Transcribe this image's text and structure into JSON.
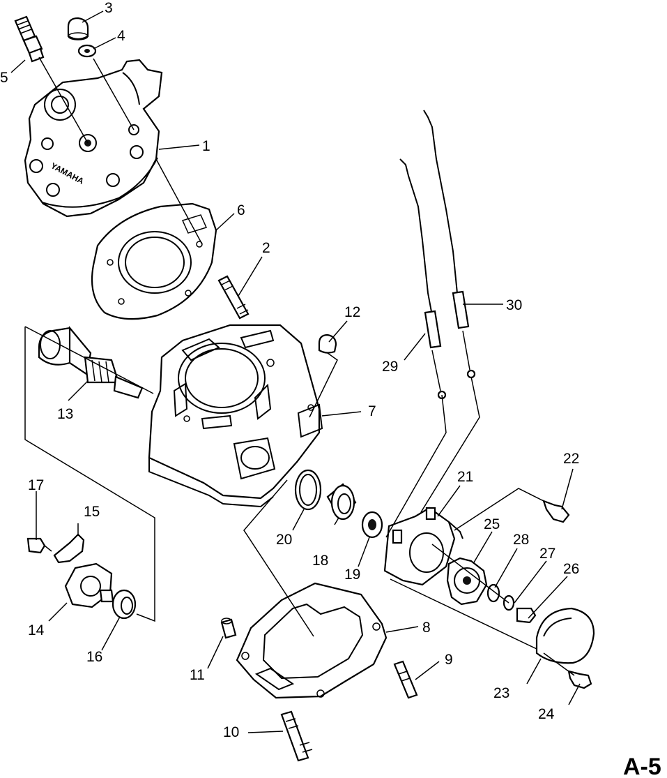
{
  "callouts": {
    "c1": "1",
    "c2": "2",
    "c3": "3",
    "c4": "4",
    "c5": "5",
    "c6": "6",
    "c7": "7",
    "c8": "8",
    "c9": "9",
    "c10": "10",
    "c11": "11",
    "c12": "12",
    "c13": "13",
    "c14": "14",
    "c15": "15",
    "c16": "16",
    "c17": "17",
    "c18": "18",
    "c19": "19",
    "c20": "20",
    "c21": "21",
    "c22": "22",
    "c23": "23",
    "c24": "24",
    "c25": "25",
    "c26": "26",
    "c27": "27",
    "c28": "28",
    "c29": "29",
    "c30": "30"
  },
  "head_logo": "YAMAHA",
  "page_label": "A-5"
}
